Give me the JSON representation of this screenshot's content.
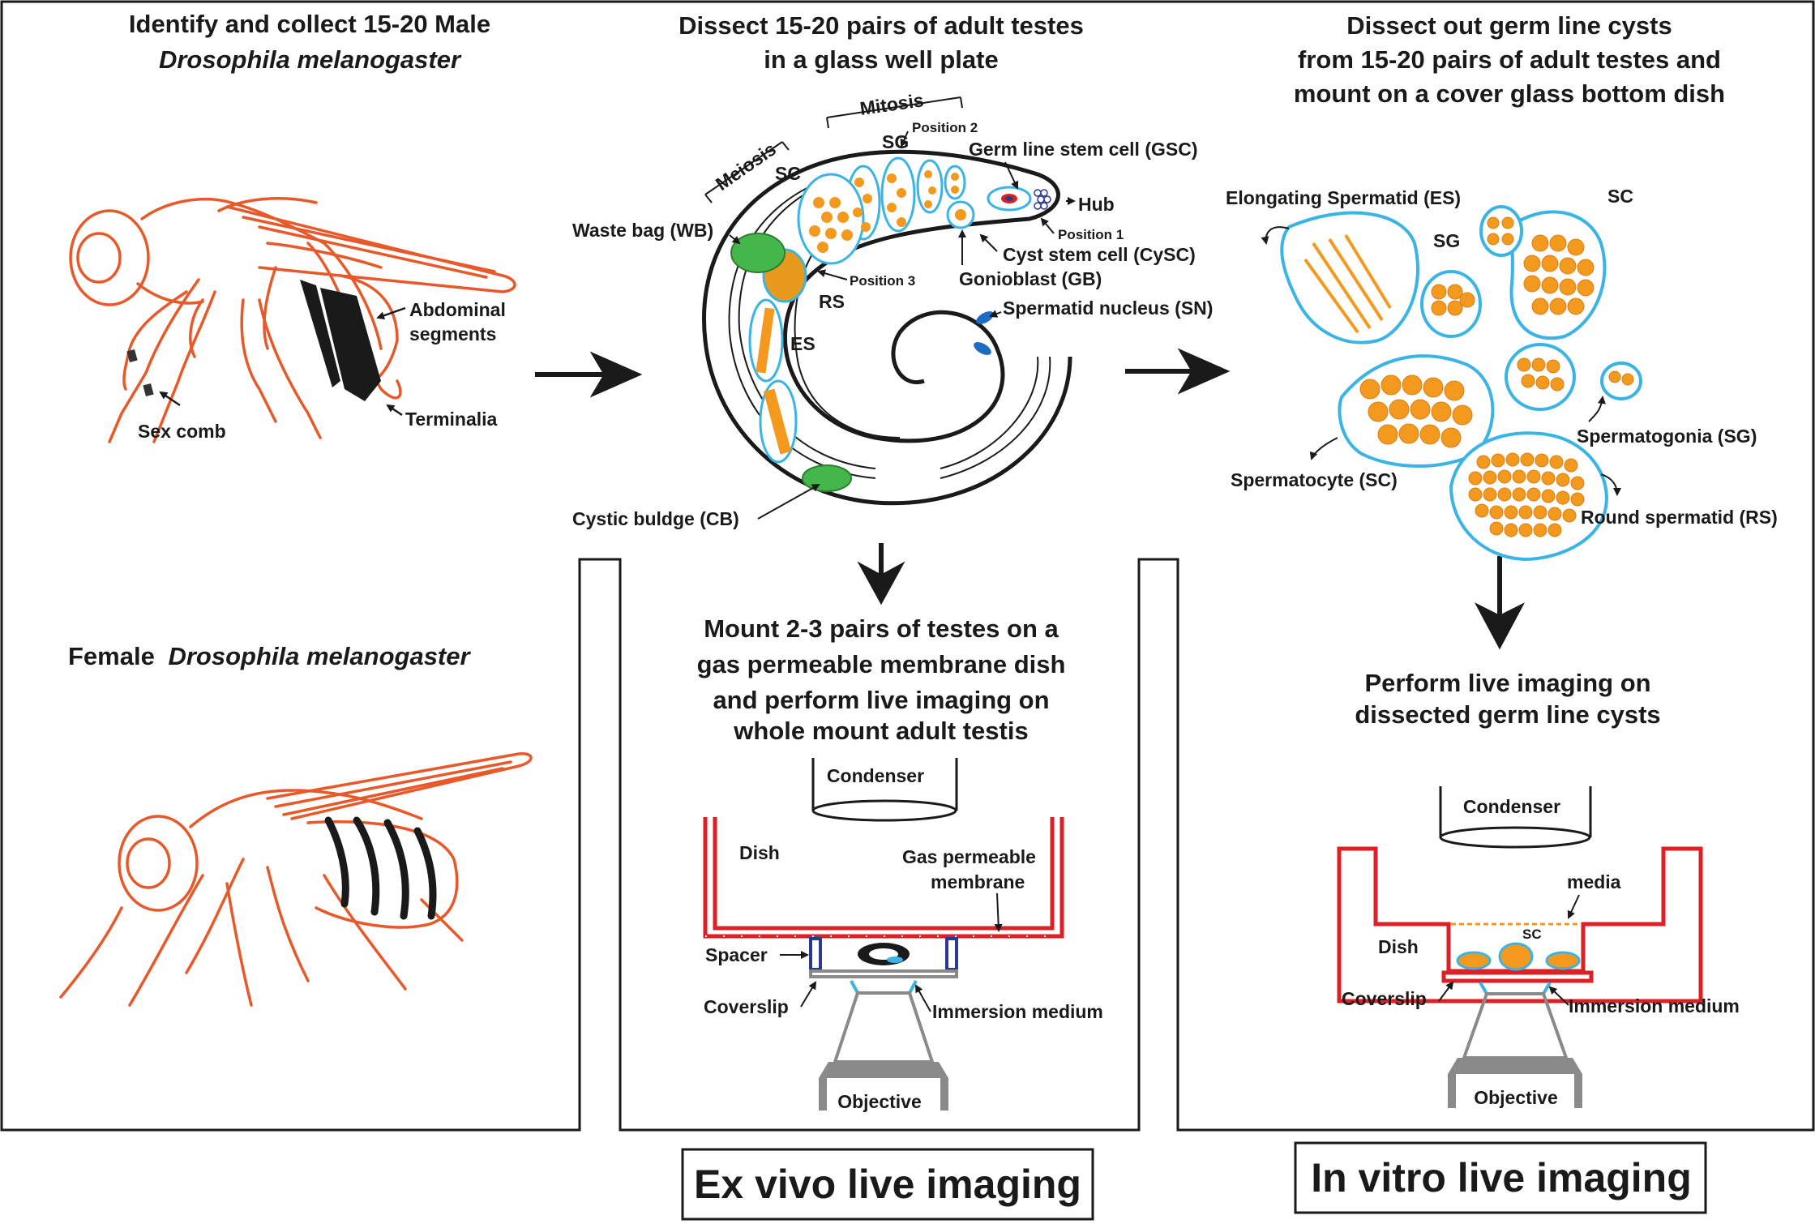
{
  "colors": {
    "fly": "#e8592a",
    "cyst": "#3ab4e5",
    "cell": "#f39a1e",
    "dish": "#dd1f26",
    "bag": "#45b64a",
    "spacer": "#2b3a8c",
    "objective": "#8a8a8a",
    "line": "#1a1a1a"
  },
  "left_panel": {
    "male_title_1": "Identify and collect 15-20 Male",
    "male_title_2": "Drosophila melanogaster",
    "abdominal": "Abdominal",
    "segments": "segments",
    "terminalia": "Terminalia",
    "sex_comb": "Sex comb",
    "female_prefix": "Female",
    "female_species": "Drosophila melanogaster"
  },
  "middle_panel": {
    "title_1": "Dissect 15-20 pairs of adult testes",
    "title_2": "in a glass well plate",
    "mitosis": "Mitosis",
    "meiosis": "Meiosis",
    "position_1": "Position 1",
    "position_2": "Position 2",
    "position_3": "Position 3",
    "sg": "SG",
    "sc": "SC",
    "rs": "RS",
    "es": "ES",
    "gsc": "Germ line stem cell (GSC)",
    "hub": "Hub",
    "cysc": "Cyst stem cell (CySC)",
    "gb": "Gonioblast (GB)",
    "wb": "Waste bag (WB)",
    "sn": "Spermatid nucleus (SN)",
    "cb": "Cystic buldge (CB)",
    "mount_1": "Mount 2-3 pairs of testes on a",
    "mount_2": "gas permeable membrane dish",
    "mount_3": "and perform live imaging on",
    "mount_4": "whole mount adult testis",
    "condenser": "Condenser",
    "dish": "Dish",
    "gas_1": "Gas permeable",
    "gas_2": "membrane",
    "spacer": "Spacer",
    "coverslip": "Coverslip",
    "immersion": "Immersion medium",
    "objective": "Objective",
    "footer": "Ex vivo live imaging"
  },
  "right_panel": {
    "title_1": "Dissect out germ line cysts",
    "title_2": "from 15-20 pairs of adult testes and",
    "title_3": "mount on a cover glass bottom dish",
    "es": "Elongating Spermatid (ES)",
    "sc": "SC",
    "sg": "SG",
    "spermatocyte": "Spermatocyte (SC)",
    "spermatogonia": "Spermatogonia (SG)",
    "round": "Round spermatid (RS)",
    "perform_1": "Perform live imaging on",
    "perform_2": "dissected germ line cysts",
    "condenser": "Condenser",
    "media": "media",
    "dish": "Dish",
    "sc_small": "SC",
    "coverslip": "Coverslip",
    "immersion": "Immersion medium",
    "objective": "Objective",
    "footer": "In vitro live imaging"
  }
}
